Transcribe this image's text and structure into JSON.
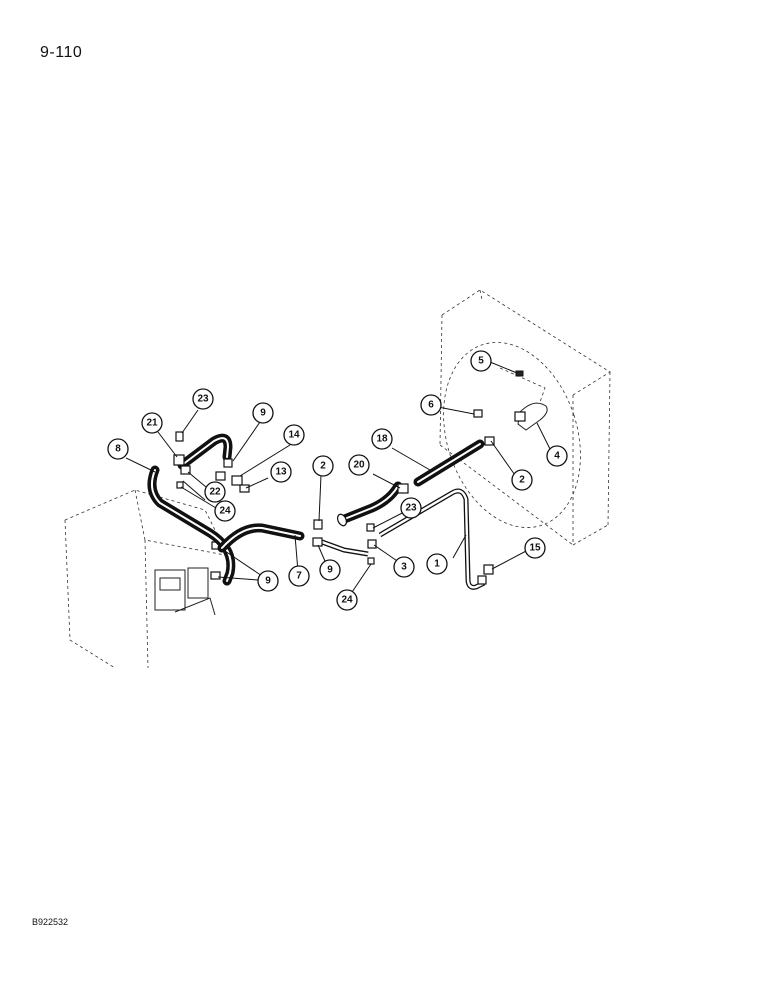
{
  "page": {
    "number": "9-110",
    "figure_code": "B922532"
  },
  "callouts": [
    "23",
    "21",
    "9",
    "14",
    "8",
    "22",
    "13",
    "24",
    "2",
    "20",
    "18",
    "5",
    "6",
    "4",
    "2",
    "23",
    "3",
    "1",
    "15",
    "9",
    "7",
    "9",
    "24"
  ]
}
